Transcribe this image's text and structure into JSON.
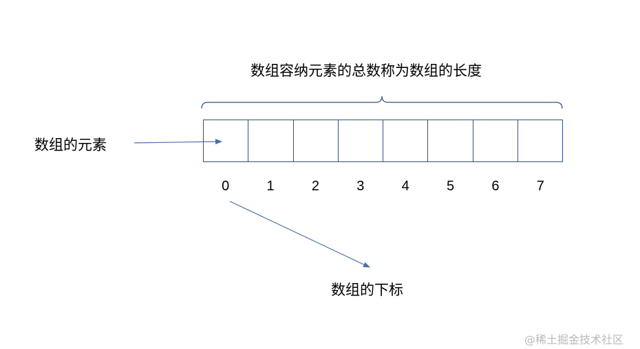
{
  "labels": {
    "array_length": "数组容纳元素的总数称为数组的长度",
    "array_element": "数组的元素",
    "array_index": "数组的下标"
  },
  "indices": [
    "0",
    "1",
    "2",
    "3",
    "4",
    "5",
    "6",
    "7"
  ],
  "watermark": "@稀土掘金技术社区",
  "colors": {
    "cell_border": "#2f4f7f",
    "arrow": "#4a6fa5",
    "brace": "#2f4f7f",
    "text": "#000000",
    "watermark": "#b9b9b9"
  }
}
